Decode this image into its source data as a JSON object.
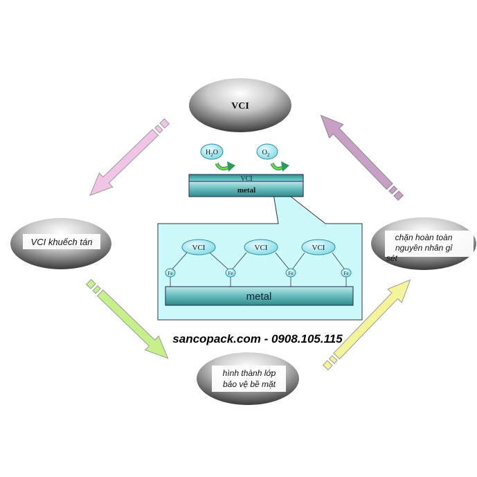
{
  "nodes": {
    "top": "VCI",
    "left": "VCI khuếch tán",
    "bottom_line1": "hình thành lớp",
    "bottom_line2": "bảo vệ bề mặt",
    "right_line1": "chặn hoàn toàn",
    "right_line2": "nguyên nhân gỉ",
    "right_line3": "sét"
  },
  "molecules": {
    "water": "H",
    "water_sub": "2",
    "water_tail": "O",
    "oxygen": "O",
    "oxygen_sub": "2"
  },
  "metal_strip": {
    "coating_label": "VCI",
    "metal_label": "metal"
  },
  "zoom_panel": {
    "vci_labels": [
      "VCI",
      "VCI",
      "VCI"
    ],
    "fe_labels": [
      "Fe",
      "Fe",
      "Fe",
      "Fe"
    ],
    "metal_label": "metal"
  },
  "watermark": "sancopack.com - 0908.105.115",
  "colors": {
    "arrow_pink": "#f2c4e6",
    "arrow_mauve": "#c8a0c6",
    "arrow_green": "#c6f08a",
    "arrow_yellow": "#f4f49a",
    "panel_bg": "#ccfafa",
    "metal_teal": "#4fa7a7",
    "molecule_fill": "#8fe8f0"
  }
}
